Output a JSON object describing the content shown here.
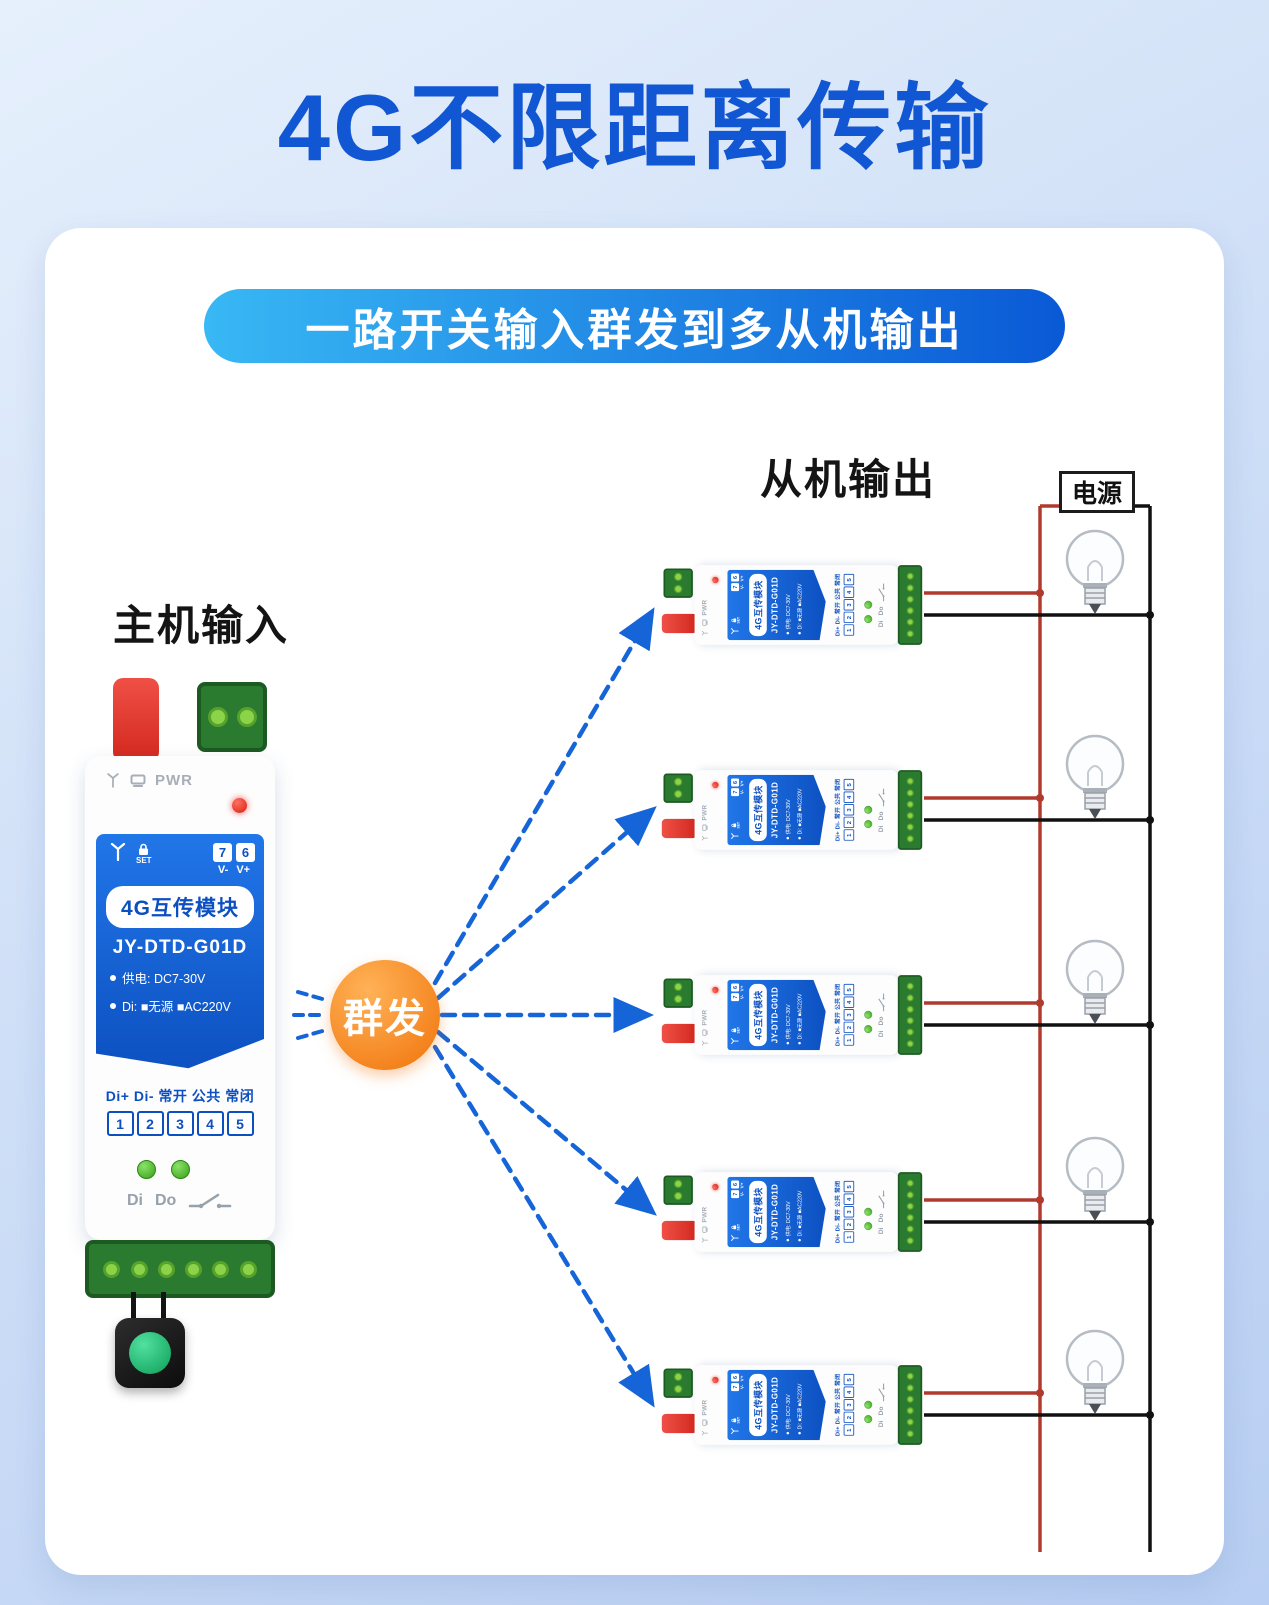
{
  "title": "4G不限距离传输",
  "banner": "一路开关输入群发到多从机输出",
  "labels": {
    "master": "主机输入",
    "slaves": "从机输出",
    "broadcast": "群发",
    "power": "电源"
  },
  "device": {
    "pwr": "PWR",
    "set": "SET",
    "terminal7": "7",
    "terminal6": "6",
    "v_minus": "V-",
    "v_plus": "V+",
    "product_name": "4G互传模块",
    "model": "JY-DTD-G01D",
    "spec_power": "供电: DC7-30V",
    "spec_di": "Di: ■无源 ■AC220V",
    "io_labels": "Di+ Di-  常开 公共 常闭",
    "terminal_numbers": [
      "1",
      "2",
      "3",
      "4",
      "5"
    ],
    "di": "Di",
    "do": "Do"
  },
  "colors": {
    "title_blue": "#1156d2",
    "banner_gradient_from": "#38b8f4",
    "banner_gradient_to": "#0a59d6",
    "panel_blue": "#0c4fc0",
    "broadcast_orange": "#f0730a",
    "antenna_red": "#d3281e",
    "terminal_green": "#2a7a30",
    "terminal_hole_green": "#8bd44a",
    "led_red": "#d61f12",
    "led_green": "#37a018",
    "wire_red": "#b03a2e",
    "wire_black": "#111111",
    "arrow_blue": "#1565d8",
    "background_blue": "#cfdff7"
  }
}
